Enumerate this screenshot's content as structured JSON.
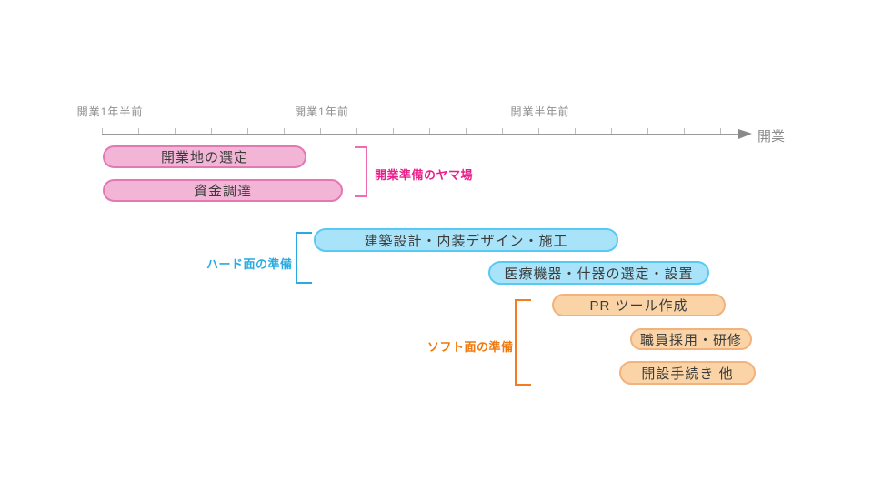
{
  "diagram": {
    "type": "gantt-timeline",
    "timeline": {
      "tick_labels": [
        {
          "text": "開業1年半前"
        },
        {
          "text": "開業1年前"
        },
        {
          "text": "開業半年前"
        }
      ],
      "end_label": "開業",
      "tick_interval": "1 month (minor ticks), 6 months between labels",
      "axis_color": "#9a9a9a"
    },
    "groups": [
      {
        "id": "peak",
        "label": "開業準備のヤマ場",
        "label_color": "#EC1E8C",
        "bar_fill": "#F2B5D6",
        "bar_border": "#E279B4",
        "bracket_side": "right",
        "bars": [
          {
            "label": "開業地の選定"
          },
          {
            "label": "資金調達"
          }
        ]
      },
      {
        "id": "hard",
        "label": "ハード面の準備",
        "label_color": "#29ABE2",
        "bar_fill": "#A8E3F9",
        "bar_border": "#58C9F2",
        "bracket_side": "left",
        "bars": [
          {
            "label": "建築設計・内装デザイン・施工"
          },
          {
            "label": "医療機器・什器の選定・設置"
          }
        ]
      },
      {
        "id": "soft",
        "label": "ソフト面の準備",
        "label_color": "#F2780C",
        "bar_fill": "#FAD4A6",
        "bar_border": "#F2B27E",
        "bracket_side": "left",
        "bars": [
          {
            "label": "PR ツール作成"
          },
          {
            "label": "職員採用・研修"
          },
          {
            "label": "開設手続き 他"
          }
        ]
      }
    ]
  }
}
